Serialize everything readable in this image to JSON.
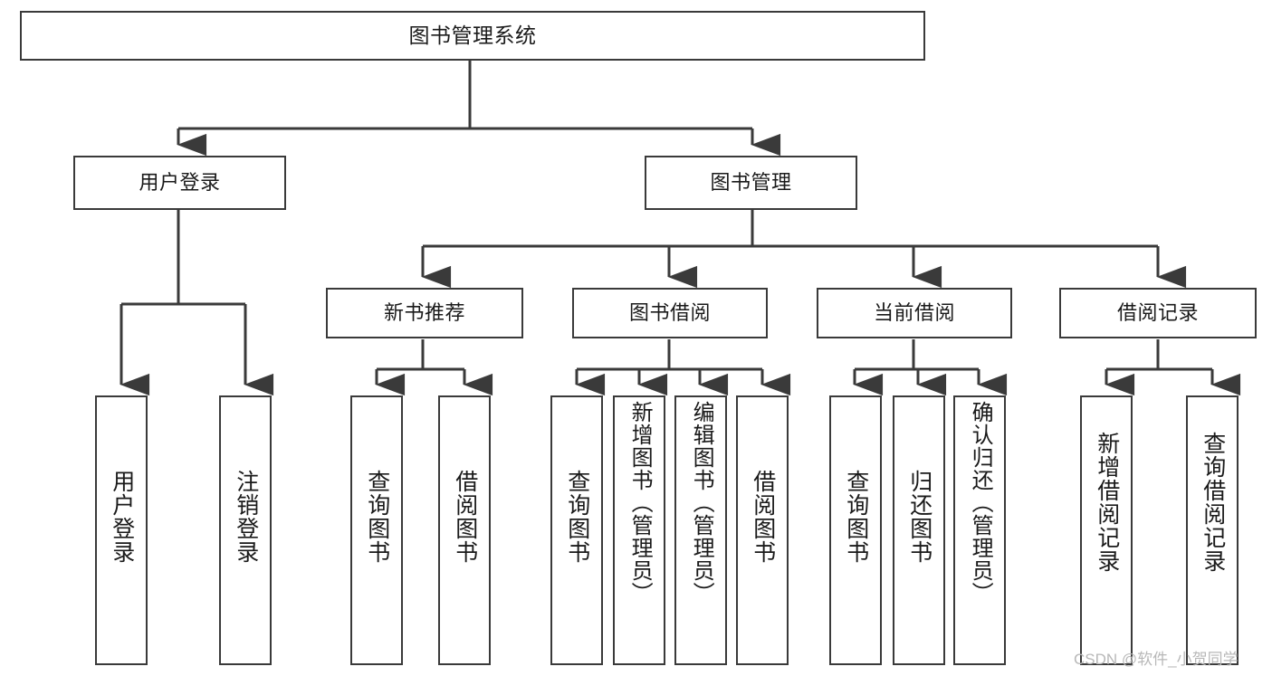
{
  "diagram": {
    "title": "图书管理系统",
    "type": "tree-hierarchy-diagram",
    "watermark": "CSDN @软件_小贺同学",
    "colors": {
      "stroke": "#3a3a3a",
      "fill": "#ffffff",
      "text": "#1a1a1a",
      "watermark": "#b8b8b8"
    },
    "nodes": {
      "root": {
        "label": "图书管理系统"
      },
      "level2": [
        {
          "id": "user-login",
          "label": "用户登录"
        },
        {
          "id": "book-manage",
          "label": "图书管理"
        }
      ],
      "level3": [
        {
          "id": "new-book-recommend",
          "label": "新书推荐"
        },
        {
          "id": "book-borrow",
          "label": "图书借阅"
        },
        {
          "id": "current-borrow",
          "label": "当前借阅"
        },
        {
          "id": "borrow-record",
          "label": "借阅记录"
        }
      ],
      "leaves": {
        "user_login": [
          {
            "id": "leaf-user-login",
            "label": "用户登录"
          },
          {
            "id": "leaf-logout-login",
            "label": "注销登录"
          }
        ],
        "new_book_recommend": [
          {
            "id": "leaf-query-book-1",
            "label": "查询图书"
          },
          {
            "id": "leaf-borrow-book-1",
            "label": "借阅图书"
          }
        ],
        "book_borrow": [
          {
            "id": "leaf-query-book-2",
            "label": "查询图书"
          },
          {
            "id": "leaf-add-book",
            "label": "新增图书（管理员）"
          },
          {
            "id": "leaf-edit-book",
            "label": "编辑图书（管理员）"
          },
          {
            "id": "leaf-borrow-book-2",
            "label": "借阅图书"
          }
        ],
        "current_borrow": [
          {
            "id": "leaf-query-book-3",
            "label": "查询图书"
          },
          {
            "id": "leaf-return-book",
            "label": "归还图书"
          },
          {
            "id": "leaf-confirm-return",
            "label": "确认归还（管理员）"
          }
        ],
        "borrow_record": [
          {
            "id": "leaf-add-record",
            "label": "新增借阅记录"
          },
          {
            "id": "leaf-query-record",
            "label": "查询借阅记录"
          }
        ]
      }
    }
  }
}
